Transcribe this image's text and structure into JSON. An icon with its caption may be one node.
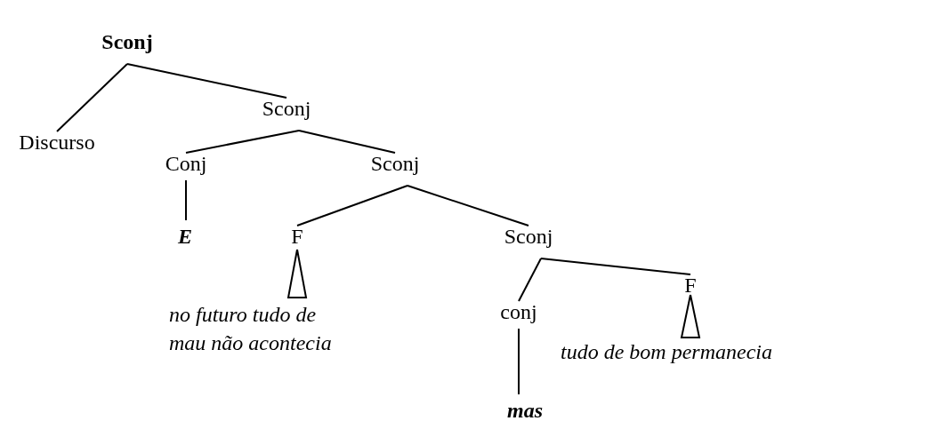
{
  "diagram": {
    "nodes": [
      {
        "text": [
          "Sconj"
        ]
      },
      {
        "text": [
          "Discurso"
        ]
      },
      {
        "text": [
          "Sconj"
        ]
      },
      {
        "text": [
          "Conj"
        ]
      },
      {
        "text": [
          "Sconj"
        ]
      },
      {
        "text": [
          "E"
        ]
      },
      {
        "text": [
          "F"
        ]
      },
      {
        "text": [
          "Sconj"
        ]
      },
      {
        "text": [
          "no futuro tudo de mau não acontecia"
        ]
      },
      {
        "text": [
          "conj"
        ]
      },
      {
        "text": [
          "F"
        ]
      },
      {
        "text": [
          "mas"
        ]
      },
      {
        "text": [
          "tudo de bom permanecia"
        ]
      }
    ],
    "edges": [
      {
        "from": 0,
        "to": 1,
        "arrow": "none"
      },
      {
        "from": 0,
        "to": 2,
        "arrow": "none"
      },
      {
        "from": 2,
        "to": 3,
        "arrow": "none"
      },
      {
        "from": 2,
        "to": 4,
        "arrow": "none"
      },
      {
        "from": 3,
        "to": 5,
        "arrow": "none"
      },
      {
        "from": 4,
        "to": 6,
        "arrow": "none"
      },
      {
        "from": 4,
        "to": 7,
        "arrow": "none"
      },
      {
        "from": 6,
        "to": 8,
        "arrow": "none"
      },
      {
        "from": 7,
        "to": 9,
        "arrow": "none"
      },
      {
        "from": 7,
        "to": 10,
        "arrow": "none"
      },
      {
        "from": 9,
        "to": 11,
        "arrow": "none"
      },
      {
        "from": 10,
        "to": 12,
        "arrow": "none"
      }
    ]
  }
}
